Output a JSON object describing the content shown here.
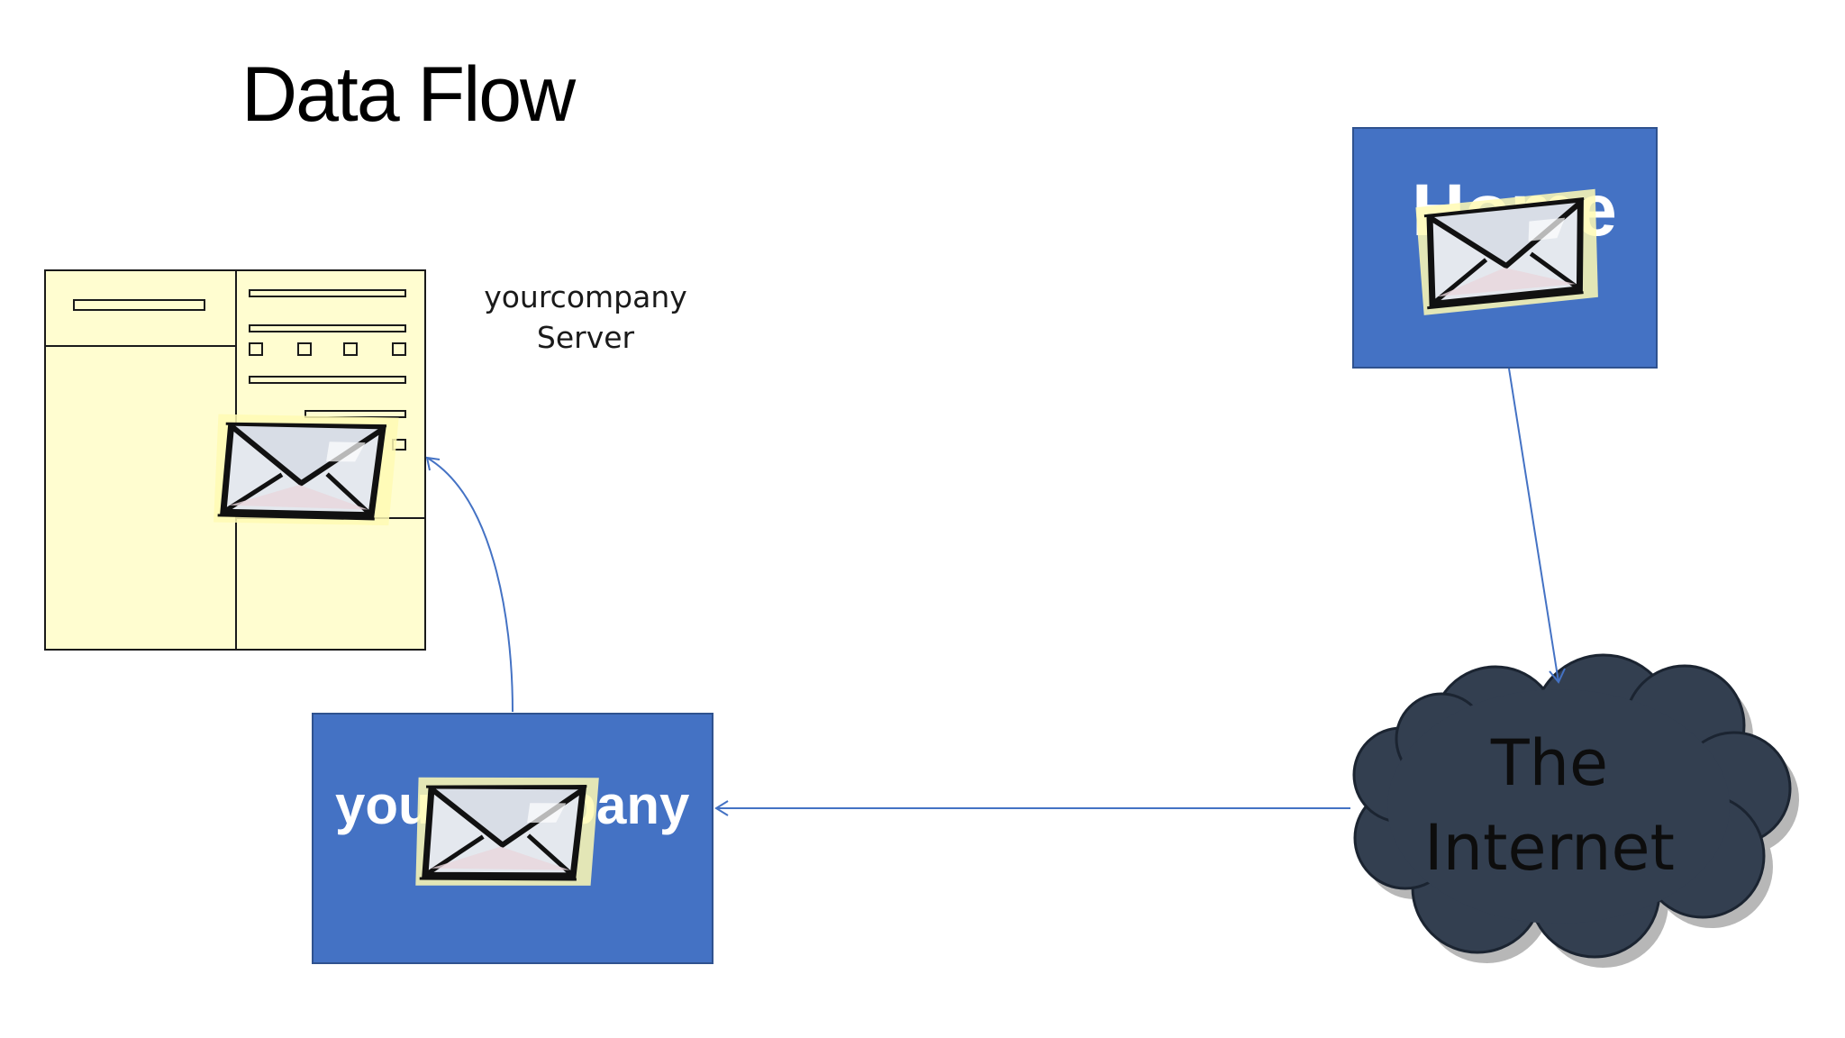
{
  "title": "Data Flow",
  "server": {
    "label_line1": "yourcompany",
    "label_line2": "Server"
  },
  "home_box": {
    "label": "Home"
  },
  "yourcompany_box": {
    "label": "yourcompany"
  },
  "internet": {
    "label_line1": "The",
    "label_line2": "Internet"
  },
  "colors": {
    "box_fill": "#4472c4",
    "box_border": "#2f528f",
    "cloud_fill": "#333f50",
    "server_fill": "#fffdd0",
    "arrow": "#4472c4"
  },
  "icons": [
    "server-icon",
    "envelope-icon",
    "cloud-icon"
  ]
}
